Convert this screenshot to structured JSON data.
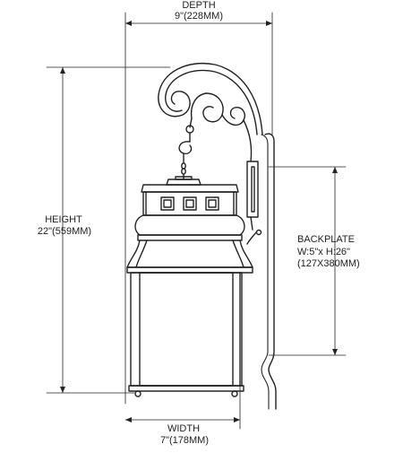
{
  "dimensions": {
    "depth": {
      "label": "DEPTH",
      "value": "9\"(228MM)"
    },
    "height": {
      "label": "HEIGHT",
      "value": "22\"(559MM)"
    },
    "width": {
      "label": "WIDTH",
      "value": "7\"(178MM)"
    },
    "backplate": {
      "label": "BACKPLATE",
      "size": "W:5\"x H:26\"",
      "metric": "(127X380MM)"
    }
  },
  "colors": {
    "line": "#222222",
    "background": "#ffffff"
  }
}
